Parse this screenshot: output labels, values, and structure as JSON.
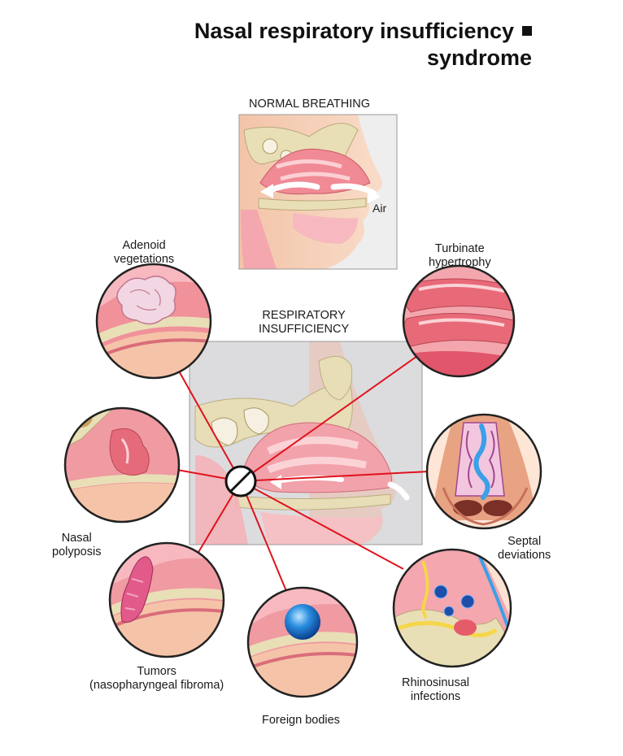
{
  "title": {
    "line1": "Nasal respiratory insufficiency",
    "line2": "syndrome"
  },
  "normal_panel": {
    "label": "NORMAL BREATHING",
    "air_label": "Air"
  },
  "center_panel": {
    "label_line1": "RESPIRATORY",
    "label_line2": "INSUFFICIENCY"
  },
  "causes": {
    "adenoid": {
      "line1": "Adenoid",
      "line2": "vegetations"
    },
    "turbinate": {
      "line1": "Turbinate",
      "line2": "hypertrophy"
    },
    "polyposis": {
      "line1": "Nasal",
      "line2": "polyposis"
    },
    "septal": {
      "line1": "Septal",
      "line2": "deviations"
    },
    "tumors": {
      "line1": "Tumors",
      "line2": "(nasopharyngeal fibroma)"
    },
    "foreign": {
      "line1": "Foreign bodies"
    },
    "rhinosinusal": {
      "line1": "Rhinosinusal",
      "line2": "infections"
    }
  },
  "colors": {
    "connector": "#e0121c",
    "mucosa": "#f08a94",
    "mucosa_light": "#f7b9bf",
    "skin": "#f5cdb5",
    "bone": "#e9dfb6",
    "panel_bg": "#dcdcde"
  }
}
